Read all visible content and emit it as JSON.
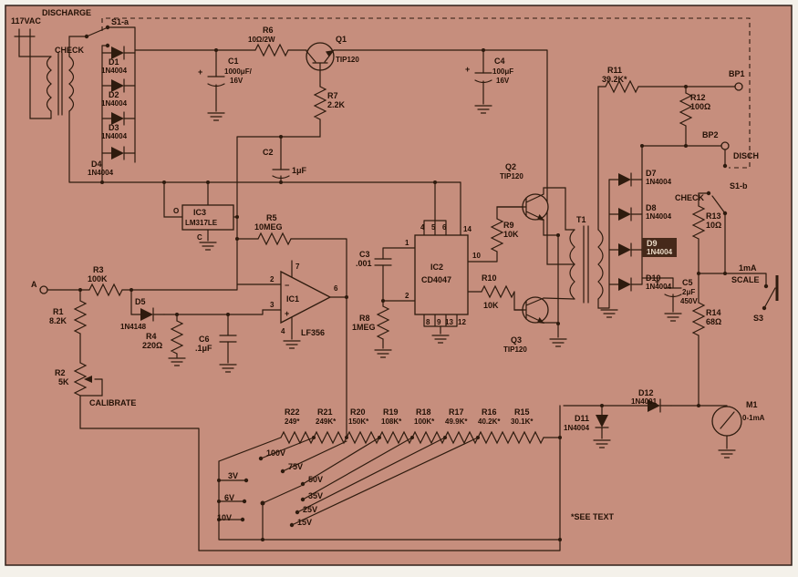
{
  "colors": {
    "page": "#f4f1ea",
    "board": "#c68e7d",
    "line": "#2e1b0e",
    "label": "#241106",
    "highlight_patch": "#46291a"
  },
  "labels": {
    "vac": "117VAC",
    "discharge": "DISCHARGE",
    "s1a": "S1-a",
    "check_l": "CHECK",
    "d1": "D1",
    "d1v": "1N4004",
    "d2": "D2",
    "d2v": "1N4004",
    "d3": "D3",
    "d3v": "1N4004",
    "d4": "D4",
    "d4v": "1N4004",
    "c1": "C1",
    "c1v1": "1000μF/",
    "c1v2": "16V",
    "r6": "R6",
    "r6v": "10Ω/2W",
    "q1": "Q1",
    "q1v": "TIP120",
    "r7": "R7",
    "r7v": "2.2K",
    "c2": "C2",
    "c2v": "1μF",
    "c4": "C4",
    "c4v1": "100μF",
    "c4v2": "16V",
    "ic3": "IC3",
    "ic3v": "LM317LE",
    "ic3_o": "O",
    "ic3_c": "C",
    "r5": "R5",
    "r5v": "10MEG",
    "ic1": "IC1",
    "ic1v": "LF356",
    "p2": "2",
    "p3": "3",
    "p4": "4",
    "p6": "6",
    "p7": "7",
    "minus": "−",
    "plus": "+",
    "a": "A",
    "r3": "R3",
    "r3v": "100K",
    "r1": "R1",
    "r1v": "8.2K",
    "d5": "D5",
    "d5v": "1N4148",
    "r4": "R4",
    "r4v": "220Ω",
    "r2": "R2",
    "r2v": "5K",
    "calibrate": "CALIBRATE",
    "c6": "C6",
    "c6v": ".1μF",
    "c3": "C3",
    "c3v": ".001",
    "r8": "R8",
    "r8v": "1MEG",
    "ic2": "IC2",
    "ic2v": "CD4047",
    "ic2_p4": "4",
    "ic2_p5": "5",
    "ic2_p6": "6",
    "ic2_p14": "14",
    "ic2_p10": "10",
    "ic2_p1": "1",
    "ic2_p2": "2",
    "ic2_p8": "8",
    "ic2_p9": "9",
    "ic2_p13": "13",
    "ic2_p12": "12",
    "r9": "R9",
    "r9v": "10K",
    "q2": "Q2",
    "q2v": "TIP120",
    "r10": "R10",
    "r10v": "10K",
    "q3": "Q3",
    "q3v": "TIP120",
    "t1": "T1",
    "r11": "R11",
    "r11v": "39.2K*",
    "bp1": "BP1",
    "r12": "R12",
    "r12v": "100Ω",
    "bp2": "BP2",
    "disch": "DISCH",
    "s1b": "S1-b",
    "check_r": "CHECK",
    "r13": "R13",
    "r13v": "10Ω",
    "d7": "D7",
    "d7v": "1N4004",
    "d8": "D8",
    "d8v": "1N4004",
    "d9": "D9",
    "d9v": "1N4004",
    "d10": "D10",
    "d10v": "1N4004",
    "c5": "C5",
    "c5v1": "2μF",
    "c5v2": "450V",
    "scale1": "1mA",
    "scale2": "SCALE",
    "r14": "R14",
    "r14v": "68Ω",
    "s3": "S3",
    "d11": "D11",
    "d11v": "1N4004",
    "d12": "D12",
    "d12v": "1N4001",
    "m1": "M1",
    "m1v": "0-1mA",
    "r22": "R22",
    "r22v": "249*",
    "r21": "R21",
    "r21v": "249K*",
    "r20": "R20",
    "r20v": "150K*",
    "r19": "R19",
    "r19v": "108K*",
    "r18": "R18",
    "r18v": "100K*",
    "r17": "R17",
    "r17v": "49.9K*",
    "r16": "R16",
    "r16v": "40.2K*",
    "r15": "R15",
    "r15v": "30.1K*",
    "v100": "100V",
    "v75": "75V",
    "v50": "50V",
    "v35": "35V",
    "v25": "25V",
    "v15": "15V",
    "v3": "3V",
    "v6": "6V",
    "v10": "10V",
    "note": "*SEE TEXT"
  }
}
